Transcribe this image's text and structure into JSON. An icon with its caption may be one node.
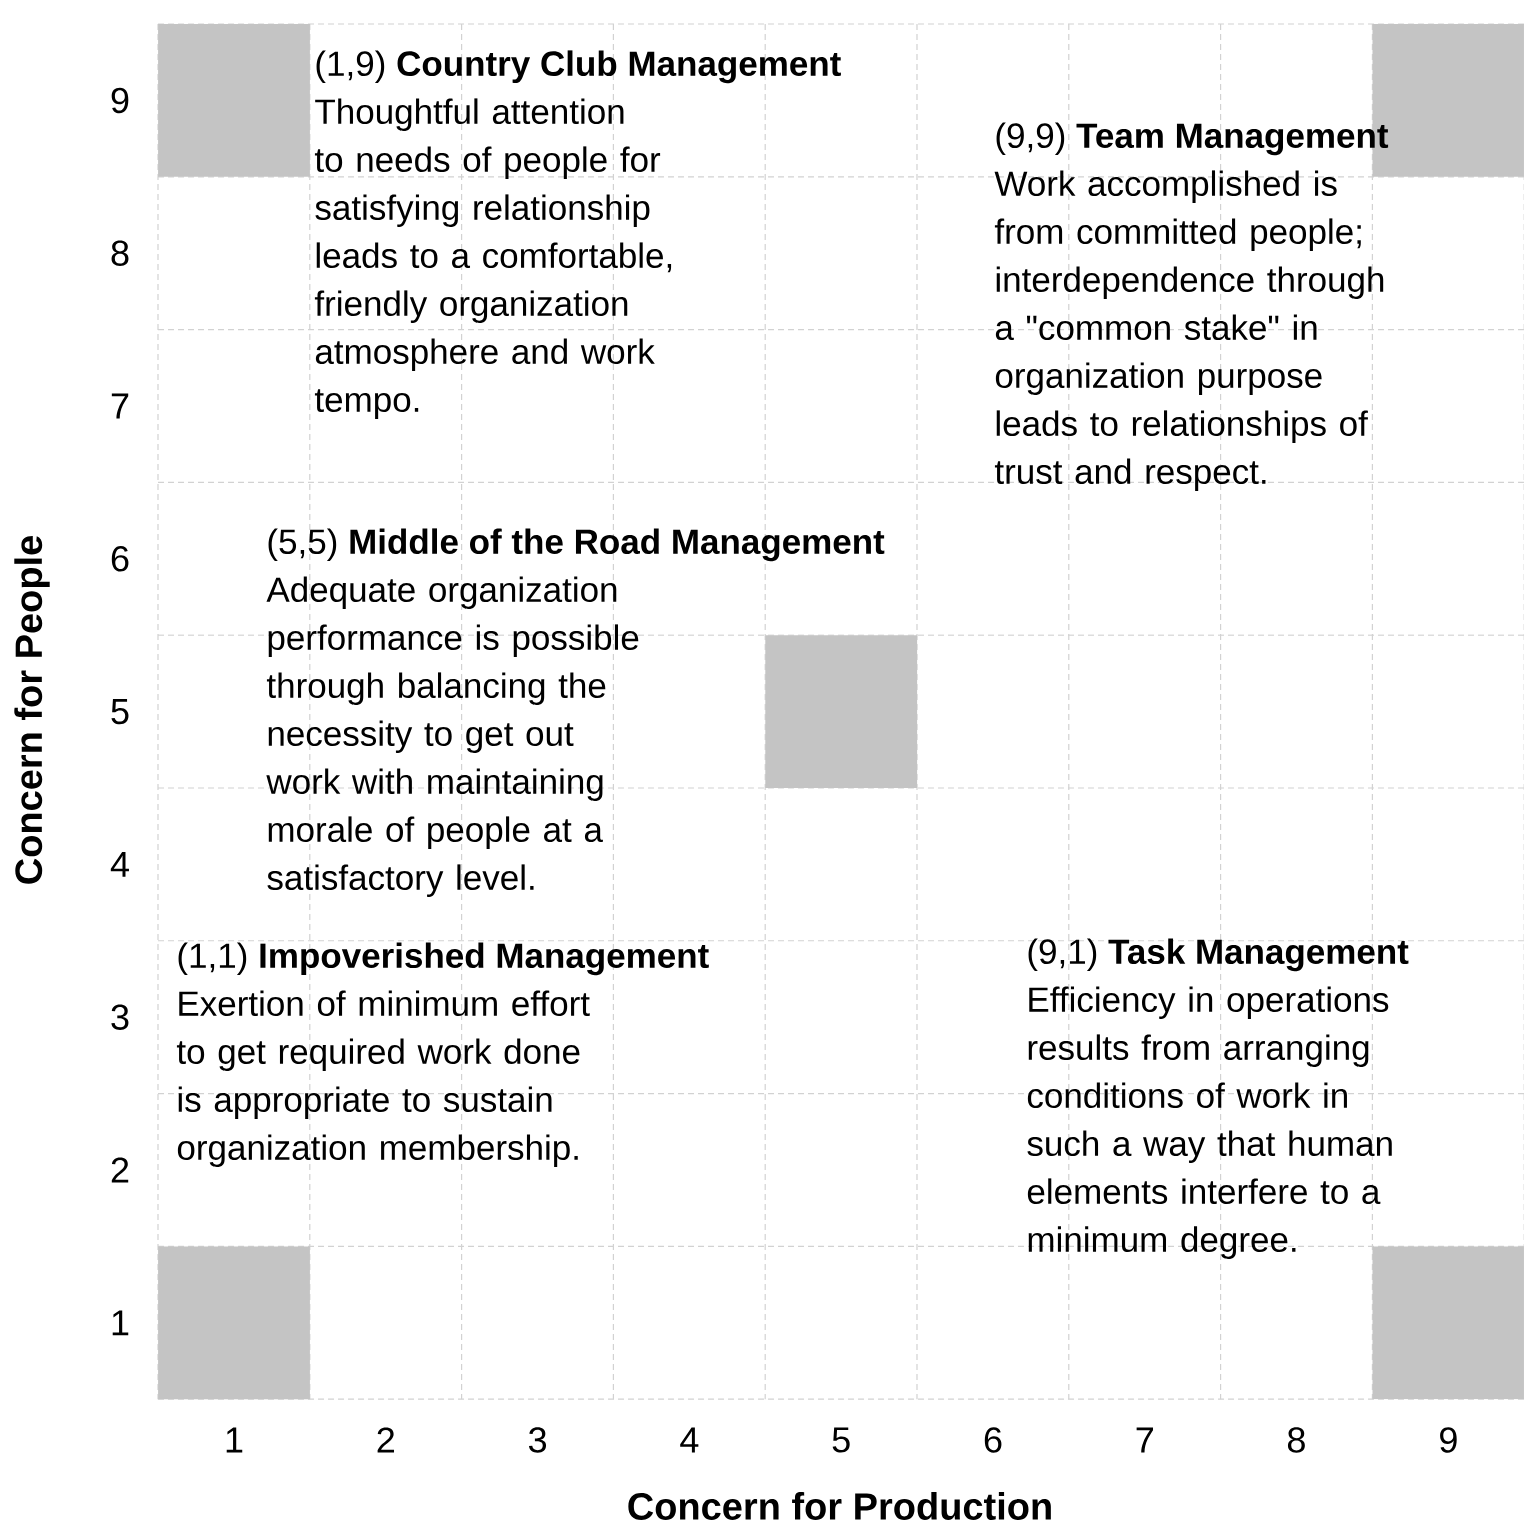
{
  "diagram": {
    "nodes": [
      {
        "text": [],
        "shape": "box"
      },
      {
        "text": [],
        "shape": "box"
      },
      {
        "text": [],
        "shape": "box"
      },
      {
        "text": [],
        "shape": "box"
      },
      {
        "text": [],
        "shape": "box"
      }
    ],
    "labels": [
      "9",
      "(1,9) **Country Club Management**",
      "Thoughtful attention to needs of people for satisfying relationship leads to a comfortable, friendly organization atmosphere and work tempo.",
      "(9,9) **Team Management**",
      "Work accomplished is from committed people; interdependence through a \"common stake\" in organization purpose leads to relationships of trust and respect.",
      "8",
      "7",
      "6",
      "(5,5) **Middle of the Road Management**",
      "Adequate organization performance is possible through balancing the necessity to get out work with maintaining morale of people at a satisfactory level.",
      "5",
      "4",
      "3",
      "(1,1) **Impoverished Management**",
      "Exertion of minimum effort to get required work done is appropriate to sustain organization membership.",
      "(9,1) **Task Management**",
      "Efficiency in operations results from arranging conditions of work in such a way that human elements interfere to a minimum degree.",
      "2",
      "1",
      "1",
      "2",
      "3",
      "4",
      "5",
      "6",
      "7",
      "8",
      "9",
      "Concern for Production",
      "Concern for People"
    ]
  }
}
